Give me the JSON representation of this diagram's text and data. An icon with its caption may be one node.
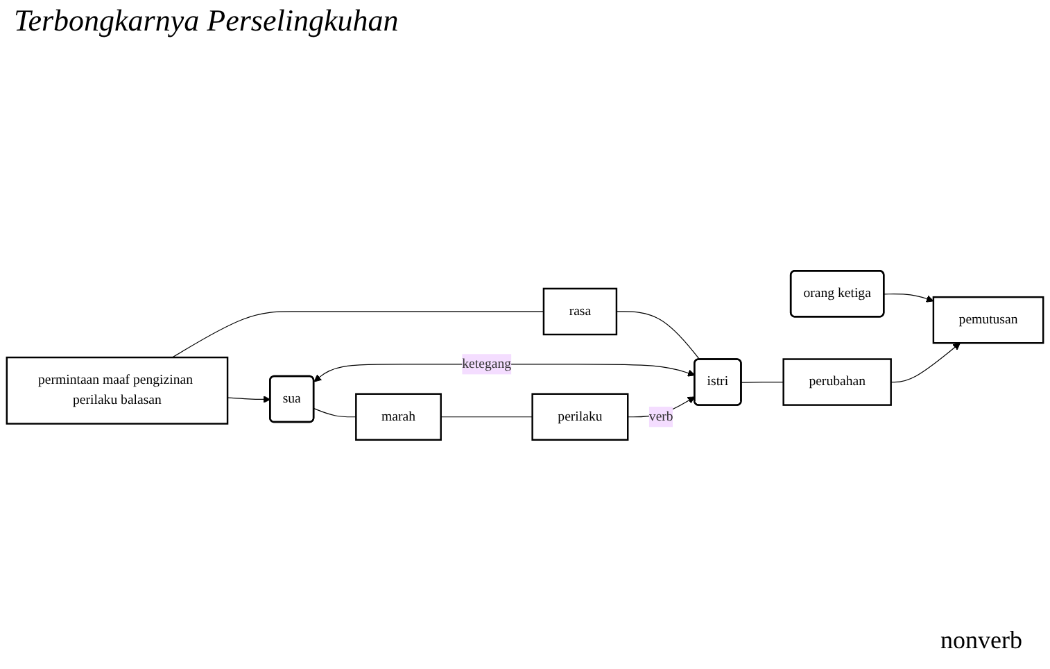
{
  "diagram": {
    "title": "Terbongkarnya Perselingkuhan",
    "nodes": [
      {
        "text": [
          "orang ketiga"
        ]
      },
      {
        "text": [
          "pemutusan"
        ]
      },
      {
        "text": [
          "permintaan maaf pengizinan perilaku balasan"
        ]
      },
      {
        "text": [
          "rasa"
        ]
      },
      {
        "text": [
          "perubahan"
        ]
      },
      {
        "text": [
          "sua"
        ]
      },
      {
        "text": [
          "istri"
        ]
      },
      {
        "text": [
          "marah"
        ]
      },
      {
        "text": [
          "perilaku"
        ]
      }
    ],
    "edges": [
      {
        "from": 0,
        "to": 1,
        "arrow": "to"
      },
      {
        "from": 4,
        "to": 1,
        "arrow": "to"
      },
      {
        "from": 2,
        "to": 5,
        "arrow": "to"
      },
      {
        "from": 2,
        "to": 3,
        "arrow": "none"
      },
      {
        "from": 3,
        "to": 6,
        "arrow": "none"
      },
      {
        "from": 6,
        "to": 4,
        "arrow": "none"
      },
      {
        "from": 5,
        "to": 6,
        "arrow": "both",
        "label": "ketegang"
      },
      {
        "from": 5,
        "to": 7,
        "arrow": "none"
      },
      {
        "from": 7,
        "to": 8,
        "arrow": "none"
      },
      {
        "from": 8,
        "to": 6,
        "arrow": "to",
        "label": "verb"
      }
    ],
    "labels": [
      "nonverb"
    ]
  }
}
